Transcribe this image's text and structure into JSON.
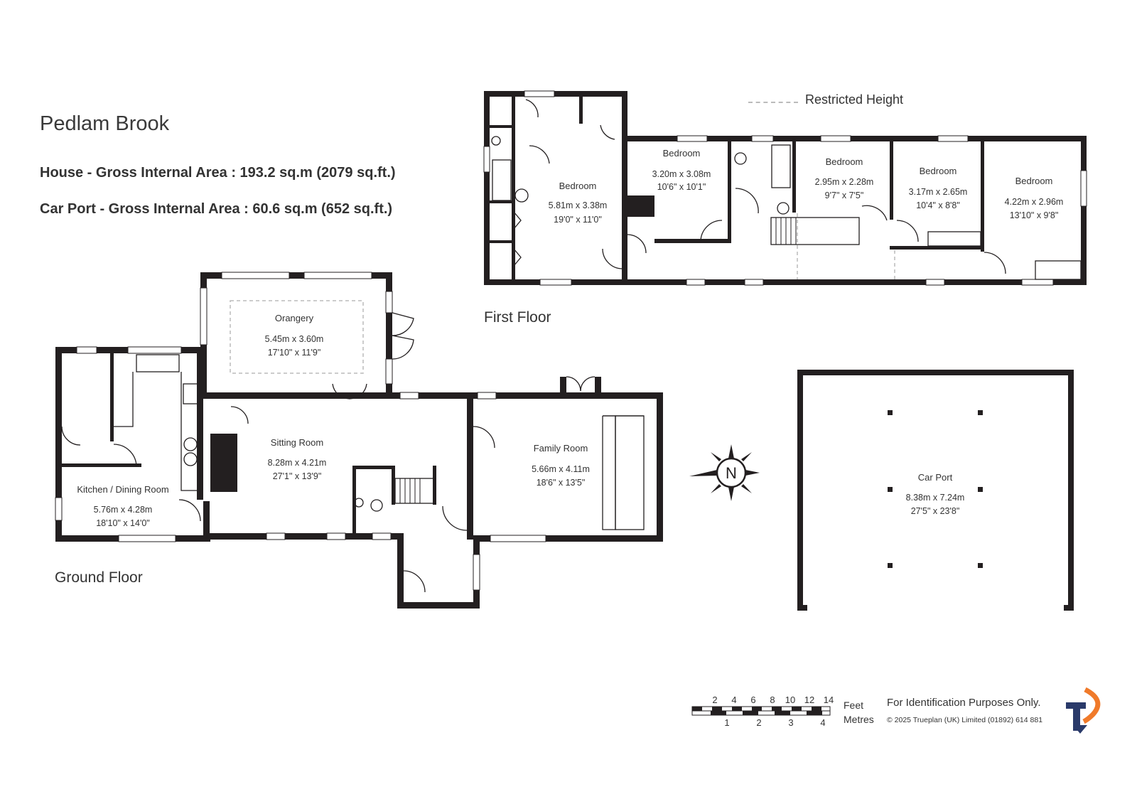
{
  "property": {
    "name": "Pedlam Brook",
    "house_area": "House - Gross Internal Area  :  193.2 sq.m   (2079 sq.ft.)",
    "carport_area": "Car Port - Gross Internal Area  :  60.6 sq.m   (652 sq.ft.)"
  },
  "legend": {
    "restricted_height": "Restricted Height"
  },
  "floors": {
    "first_floor_label": "First Floor",
    "ground_floor_label": "Ground Floor"
  },
  "rooms": {
    "ff_bedroom1": {
      "name": "Bedroom",
      "metric": "5.81m  x  3.38m",
      "imperial": "19'0\"  x  11'0\""
    },
    "ff_bedroom2": {
      "name": "Bedroom",
      "metric": "3.20m  x  3.08m",
      "imperial": "10'6\"  x  10'1\""
    },
    "ff_bedroom3": {
      "name": "Bedroom",
      "metric": "2.95m  x  2.28m",
      "imperial": "9'7\"  x  7'5\""
    },
    "ff_bedroom4": {
      "name": "Bedroom",
      "metric": "3.17m  x  2.65m",
      "imperial": "10'4\"  x  8'8\""
    },
    "ff_bedroom5": {
      "name": "Bedroom",
      "metric": "4.22m  x  2.96m",
      "imperial": "13'10\"  x  9'8\""
    },
    "orangery": {
      "name": "Orangery",
      "metric": "5.45m  x  3.60m",
      "imperial": "17'10\"  x  11'9\""
    },
    "sitting": {
      "name": "Sitting Room",
      "metric": "8.28m  x  4.21m",
      "imperial": "27'1\"  x  13'9\""
    },
    "family": {
      "name": "Family Room",
      "metric": "5.66m  x  4.11m",
      "imperial": "18'6\"  x  13'5\""
    },
    "kitchen": {
      "name": "Kitchen / Dining Room",
      "metric": "5.76m  x  4.28m",
      "imperial": "18'10\"  x  14'0\""
    },
    "carport": {
      "name": "Car Port",
      "metric": "8.38m  x  7.24m",
      "imperial": "27'5\"  x  23'8\""
    }
  },
  "compass": {
    "letter": "N"
  },
  "scale_bar": {
    "feet_ticks": [
      "2",
      "4",
      "6",
      "8",
      "10",
      "12",
      "14"
    ],
    "metre_ticks": [
      "1",
      "2",
      "3",
      "4"
    ],
    "feet_label": "Feet",
    "metres_label": "Metres"
  },
  "footer": {
    "note": "For Identification Purposes Only.",
    "copyright": "©  2025 Trueplan (UK) Limited  (01892) 614 881"
  },
  "logo": {
    "name": "trueplan-logo-icon",
    "color_dark": "#2a3a6a",
    "color_accent": "#f07a2a"
  }
}
